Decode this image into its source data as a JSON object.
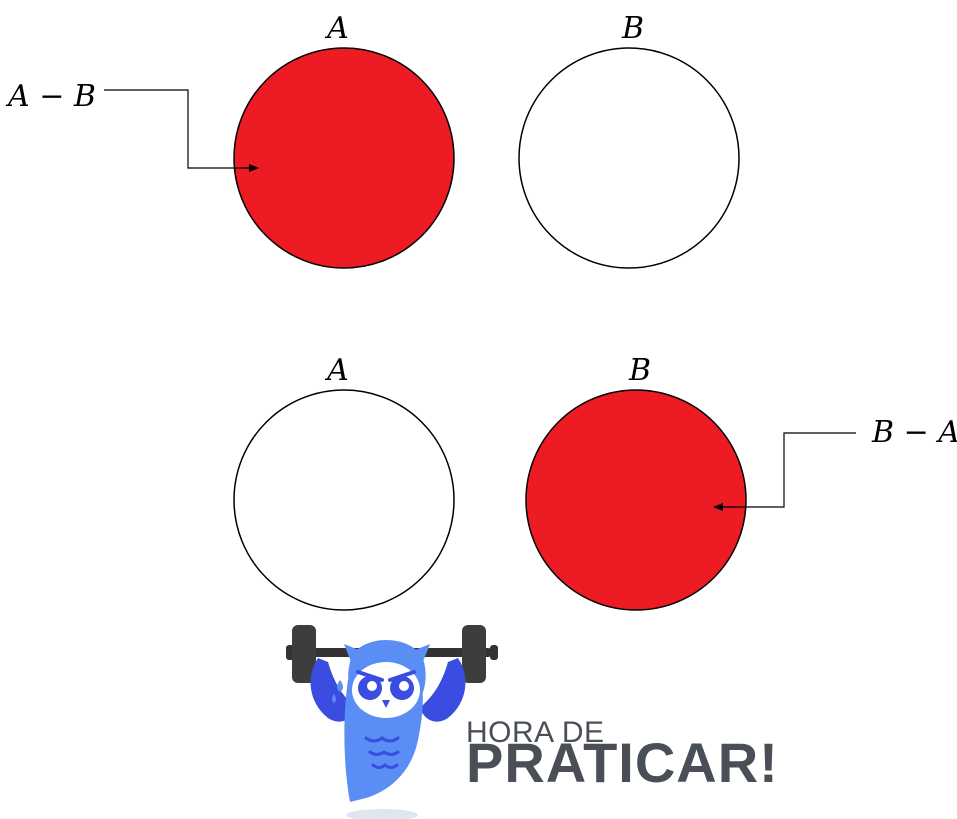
{
  "top_diagram": {
    "set_a_label": "A",
    "set_b_label": "B",
    "difference_label": "A − B",
    "highlighted_set": "A"
  },
  "bottom_diagram": {
    "set_a_label": "A",
    "set_b_label": "B",
    "difference_label": "B − A",
    "highlighted_set": "B"
  },
  "logo": {
    "line1": "HORA DE",
    "line2": "PRATICAR!",
    "mascot": "owl-lifting-barbell-icon"
  },
  "colors": {
    "highlight": "#ed1c24",
    "outline": "#000000",
    "owl_light": "#5b8ef5",
    "owl_dark": "#3a4de0",
    "logo_text": "#4a4e57",
    "barbell": "#333333"
  }
}
